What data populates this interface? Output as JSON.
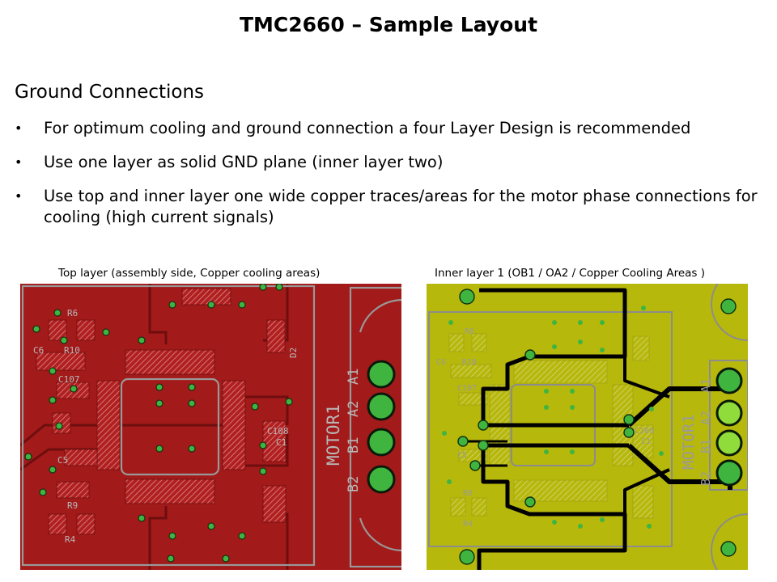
{
  "slide": {
    "title": "TMC2660 – Sample Layout",
    "section_heading": "Ground Connections",
    "bullets": [
      "For optimum cooling and ground connection a four Layer Design is recommended",
      "Use one layer as solid GND plane (inner layer two)",
      "Use top and inner layer one wide copper traces/areas for the motor phase connections for cooling (high current signals)"
    ]
  },
  "figures": {
    "left": {
      "caption": "Top layer (assembly side, Copper cooling areas)",
      "board_color": "#a31a1a",
      "labels": [
        "R6",
        "C6",
        "R10",
        "C107",
        "C5",
        "R9",
        "R4",
        "C108",
        "C1",
        "D2",
        "MOTOR1",
        "A1",
        "A2",
        "B1",
        "B2"
      ]
    },
    "right": {
      "caption": "Inner layer 1 (OB1 / OA2 / Copper Cooling Areas )",
      "board_color": "#b7b80c",
      "labels": [
        "R6",
        "C6",
        "R10",
        "C107",
        "C5",
        "R9",
        "R4",
        "C108",
        "C1",
        "MOTOR1",
        "A1",
        "A2",
        "B1",
        "B2"
      ]
    }
  },
  "colors": {
    "via": "#3fb540",
    "pad_hatch": "#d98080",
    "silkscreen": "#888888",
    "trace_inner": "#000000"
  }
}
